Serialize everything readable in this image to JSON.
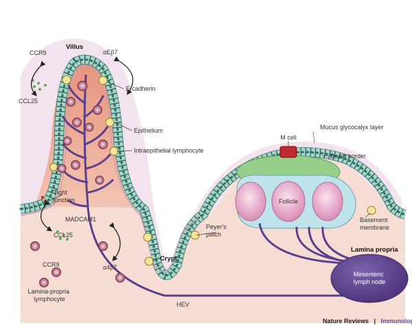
{
  "labels": {
    "villus": "Villus",
    "ccr9_top": "CCR9",
    "aebeta7": "αEβ7",
    "ccl25_top": "CCL25",
    "e_cadherin": "E-cadherin",
    "epithelium": "Epithelium",
    "iel": "Intraepithelial lymphocyte",
    "tight_junction": "Tight junction",
    "ccl25_bottom": "CCL25",
    "madcam1": "MADCAM1",
    "ccr9_bottom": "CCR9",
    "a4b7": "α4β7",
    "lp_lymphocyte": "Lamina-propria lymphocyte",
    "crypt": "Crypt",
    "hev": "HEV",
    "m_cell": "M cell",
    "mucus": "Mucus glycocalyx layer",
    "brush_border": "Brush border",
    "follicle": "Follicle",
    "peyers_patch": "Peyer's patch",
    "basement_membrane": "Basement membrane",
    "lamina_propria": "Lamina propria",
    "mln": "Mesenteric lymph node"
  },
  "footer": {
    "journal": "Nature Reviews",
    "separator": "|",
    "section": "Immunology"
  },
  "colors": {
    "mucus": "#f3e3ee",
    "epithelial_cell": "#a9d4c8",
    "epithelial_outline": "#2f6f66",
    "nucleus": "#2f6f66",
    "lamina_propria": "#f6ddd3",
    "villus_core": "#e9a591",
    "vessel": "#5b3f8c",
    "mln": "#5a3f8e",
    "lymphocyte_yellow": "#f4e39a",
    "lp_cell": "#9e4a60",
    "follicle": "#e5a1c4",
    "dome": "#96cf8a",
    "patch": "#bfe3ea",
    "m_cell": "#c0292f"
  }
}
